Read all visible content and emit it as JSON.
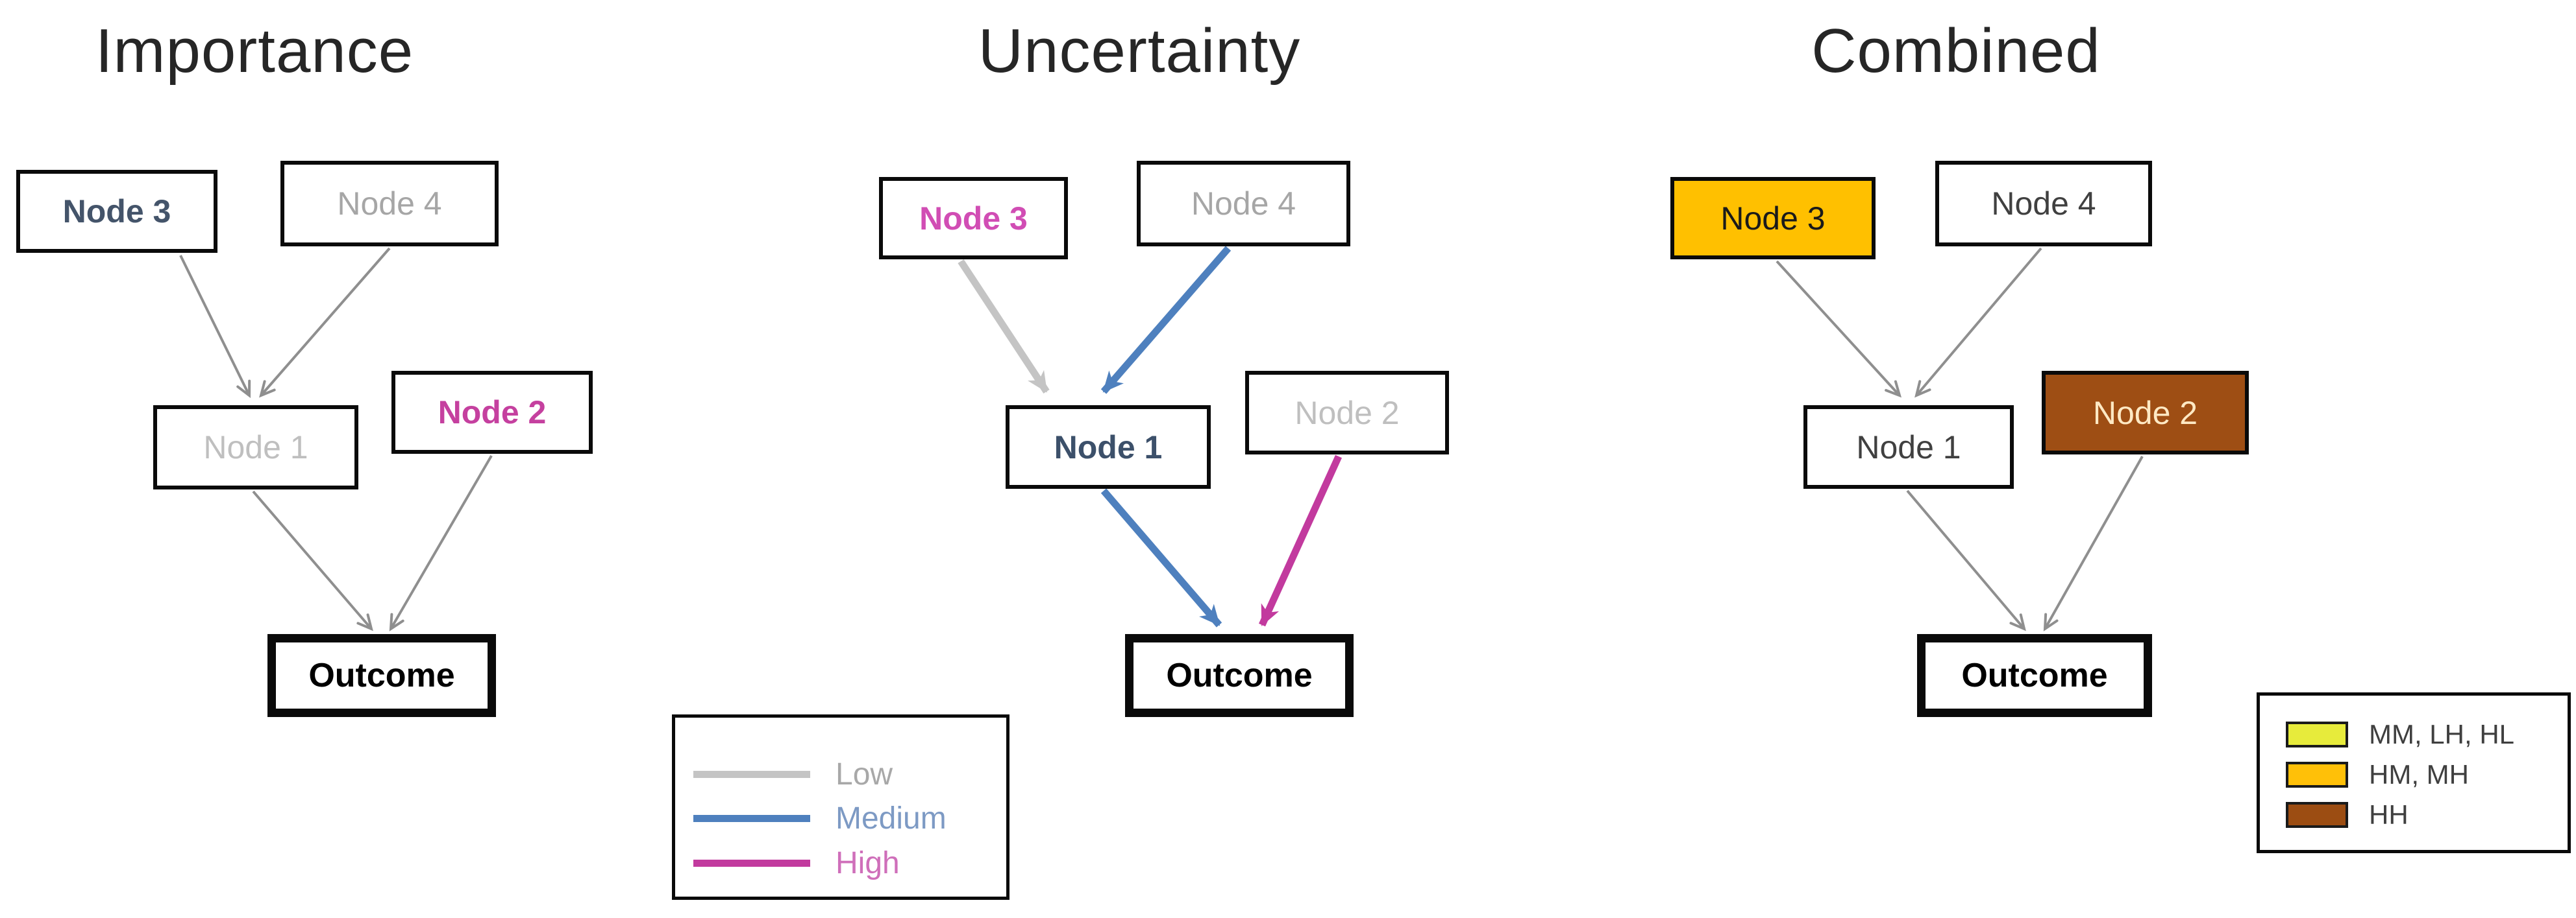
{
  "figure": {
    "background_color": "#FFFFFF",
    "description_colors": {
      "node_border": "#0A0A0A",
      "thin_arrow_gray": "#8F8F8F",
      "dark_blue_text": "#44546A",
      "light_gray_text": "#BFBFBF",
      "medium_gray_text": "#A6A6A6",
      "magenta_text": "#C5409F",
      "orange_fill": "#FFC000",
      "brown_fill": "#9E4E14",
      "cream_text_on_brown": "#FFE9C4"
    }
  },
  "panels": [
    {
      "title": "Importance",
      "nodes": [
        {
          "id": "node3",
          "label": "Node 3",
          "text_color": "#44546A",
          "fill": "#FFFFFF",
          "bold": true
        },
        {
          "id": "node4",
          "label": "Node 4",
          "text_color": "#A6A6A6",
          "fill": "#FFFFFF",
          "bold": false
        },
        {
          "id": "node1",
          "label": "Node 1",
          "text_color": "#BFBFBF",
          "fill": "#FFFFFF",
          "bold": false
        },
        {
          "id": "node2",
          "label": "Node 2",
          "text_color": "#C5409F",
          "fill": "#FFFFFF",
          "bold": true
        },
        {
          "id": "outcome",
          "label": "Outcome",
          "text_color": "#000000",
          "fill": "#FFFFFF",
          "bold": true
        }
      ],
      "edges": [
        {
          "from": "Node 3",
          "to": "Node 1",
          "style": "thin",
          "color": "#8F8F8F"
        },
        {
          "from": "Node 4",
          "to": "Node 1",
          "style": "thin",
          "color": "#8F8F8F"
        },
        {
          "from": "Node 1",
          "to": "Outcome",
          "style": "thin",
          "color": "#8F8F8F"
        },
        {
          "from": "Node 2",
          "to": "Outcome",
          "style": "thin",
          "color": "#8F8F8F"
        }
      ]
    },
    {
      "title": "Uncertainty",
      "nodes": [
        {
          "id": "node3",
          "label": "Node 3",
          "text_color": "#D14DB4",
          "fill": "#FFFFFF",
          "bold": true
        },
        {
          "id": "node4",
          "label": "Node 4",
          "text_color": "#A6A6A6",
          "fill": "#FFFFFF",
          "bold": false
        },
        {
          "id": "node1",
          "label": "Node 1",
          "text_color": "#3C506A",
          "fill": "#FFFFFF",
          "bold": true
        },
        {
          "id": "node2",
          "label": "Node 2",
          "text_color": "#BFBFBF",
          "fill": "#FFFFFF",
          "bold": false
        },
        {
          "id": "outcome",
          "label": "Outcome",
          "text_color": "#000000",
          "fill": "#FFFFFF",
          "bold": true
        }
      ],
      "edges": [
        {
          "from": "Node 3",
          "to": "Node 1",
          "style": "thick",
          "level": "Low",
          "color": "#C4C4C4"
        },
        {
          "from": "Node 4",
          "to": "Node 1",
          "style": "thick",
          "level": "Medium",
          "color": "#4E80BE"
        },
        {
          "from": "Node 1",
          "to": "Outcome",
          "style": "thick",
          "level": "Medium",
          "color": "#4E80BE"
        },
        {
          "from": "Node 2",
          "to": "Outcome",
          "style": "thick",
          "level": "High",
          "color": "#C23A9E"
        }
      ]
    },
    {
      "title": "Combined",
      "nodes": [
        {
          "id": "node3",
          "label": "Node 3",
          "text_color": "#1A1A1A",
          "fill": "#FFC000",
          "bold": false
        },
        {
          "id": "node4",
          "label": "Node 4",
          "text_color": "#404040",
          "fill": "#FFFFFF",
          "bold": false
        },
        {
          "id": "node1",
          "label": "Node 1",
          "text_color": "#404040",
          "fill": "#FFFFFF",
          "bold": false
        },
        {
          "id": "node2",
          "label": "Node 2",
          "text_color": "#FFE9C4",
          "fill": "#9E4E14",
          "bold": false
        },
        {
          "id": "outcome",
          "label": "Outcome",
          "text_color": "#000000",
          "fill": "#FFFFFF",
          "bold": true
        }
      ],
      "edges": [
        {
          "from": "Node 3",
          "to": "Node 1",
          "style": "thin",
          "color": "#8F8F8F"
        },
        {
          "from": "Node 4",
          "to": "Node 1",
          "style": "thin",
          "color": "#8F8F8F"
        },
        {
          "from": "Node 1",
          "to": "Outcome",
          "style": "thin",
          "color": "#8F8F8F"
        },
        {
          "from": "Node 2",
          "to": "Outcome",
          "style": "thin",
          "color": "#8F8F8F"
        }
      ]
    }
  ],
  "legend_uncertainty": {
    "items": [
      {
        "label": "Low",
        "line_color": "#C4C4C4",
        "label_color": "#A8A8A8"
      },
      {
        "label": "Medium",
        "line_color": "#4E80BE",
        "label_color": "#7D9AC4"
      },
      {
        "label": "High",
        "line_color": "#C23A9E",
        "label_color": "#CF6FBA"
      }
    ]
  },
  "legend_combined": {
    "items": [
      {
        "label": "MM, LH, HL",
        "color": "#E7EB3B"
      },
      {
        "label": "HM, MH",
        "color": "#FFC008"
      },
      {
        "label": "HH",
        "color": "#9C4D12"
      }
    ]
  }
}
